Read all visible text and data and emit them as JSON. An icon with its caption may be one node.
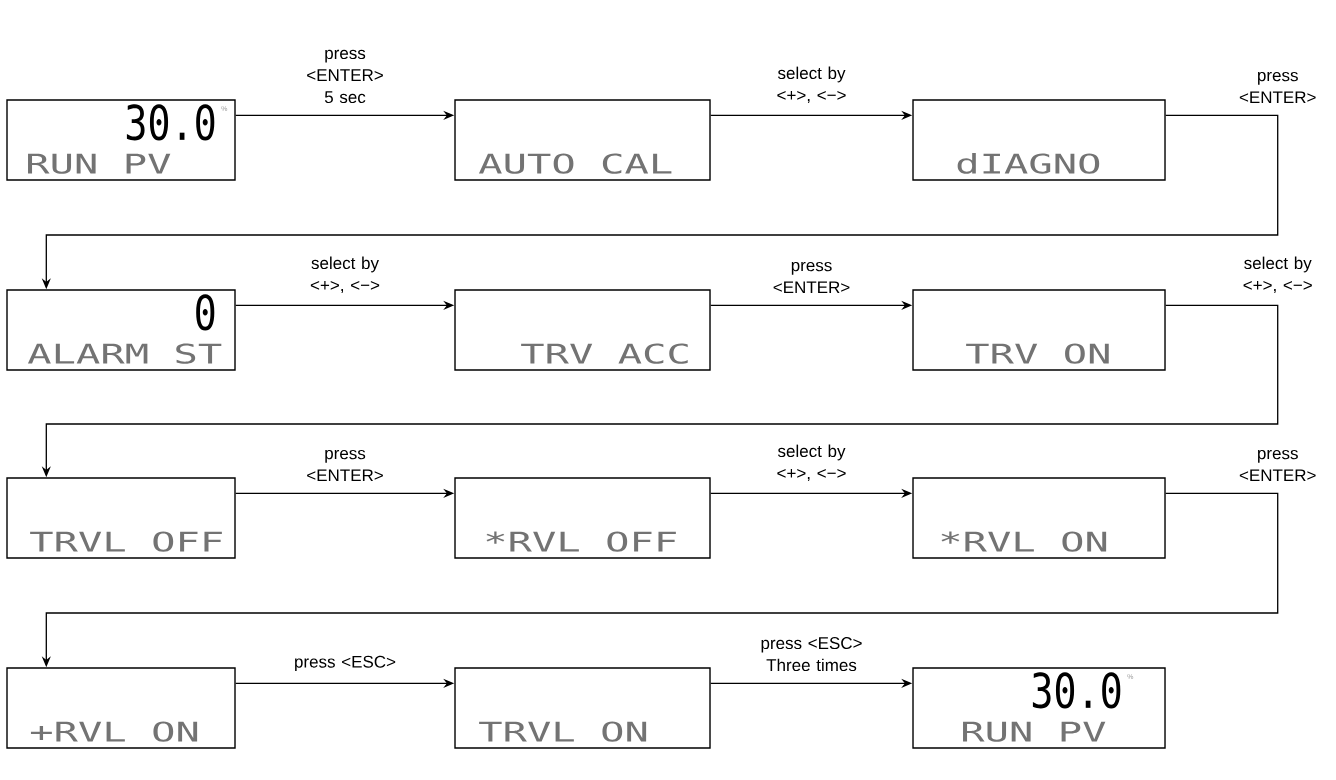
{
  "diagram": {
    "nodes": [
      {
        "text": [
          "30.0",
          "%",
          "RUN PV"
        ]
      },
      {
        "text": [
          "AUTO CAL"
        ]
      },
      {
        "text": [
          "dIAGNO"
        ]
      },
      {
        "text": [
          "0",
          "ALARM ST"
        ]
      },
      {
        "text": [
          "TRV ACC"
        ]
      },
      {
        "text": [
          "TRV ON"
        ]
      },
      {
        "text": [
          "TRVL OFF"
        ]
      },
      {
        "text": [
          "*RVL OFF"
        ]
      },
      {
        "text": [
          "*RVL ON"
        ]
      },
      {
        "text": [
          "+RVL ON"
        ]
      },
      {
        "text": [
          "TRVL ON"
        ]
      },
      {
        "text": [
          "30.0",
          "%",
          "RUN PV"
        ]
      }
    ],
    "edges": [
      {
        "from": 0,
        "to": 1,
        "arrow": "to",
        "label": "press <ENTER> 5 sec"
      },
      {
        "from": 1,
        "to": 2,
        "arrow": "to",
        "label": "select by <+>, <−>"
      },
      {
        "from": 2,
        "to": 3,
        "arrow": "to",
        "label": "press <ENTER>"
      },
      {
        "from": 3,
        "to": 4,
        "arrow": "to",
        "label": "select by <+>, <−>"
      },
      {
        "from": 4,
        "to": 5,
        "arrow": "to",
        "label": "press <ENTER>"
      },
      {
        "from": 5,
        "to": 6,
        "arrow": "to",
        "label": "select by <+>, <−>"
      },
      {
        "from": 6,
        "to": 7,
        "arrow": "to",
        "label": "press <ENTER>"
      },
      {
        "from": 7,
        "to": 8,
        "arrow": "to",
        "label": "select by <+>, <−>"
      },
      {
        "from": 8,
        "to": 9,
        "arrow": "to",
        "label": "press <ENTER>"
      },
      {
        "from": 9,
        "to": 10,
        "arrow": "to",
        "label": "press <ESC>"
      },
      {
        "from": 10,
        "to": 11,
        "arrow": "to",
        "label": "press <ESC> Three times"
      }
    ]
  }
}
